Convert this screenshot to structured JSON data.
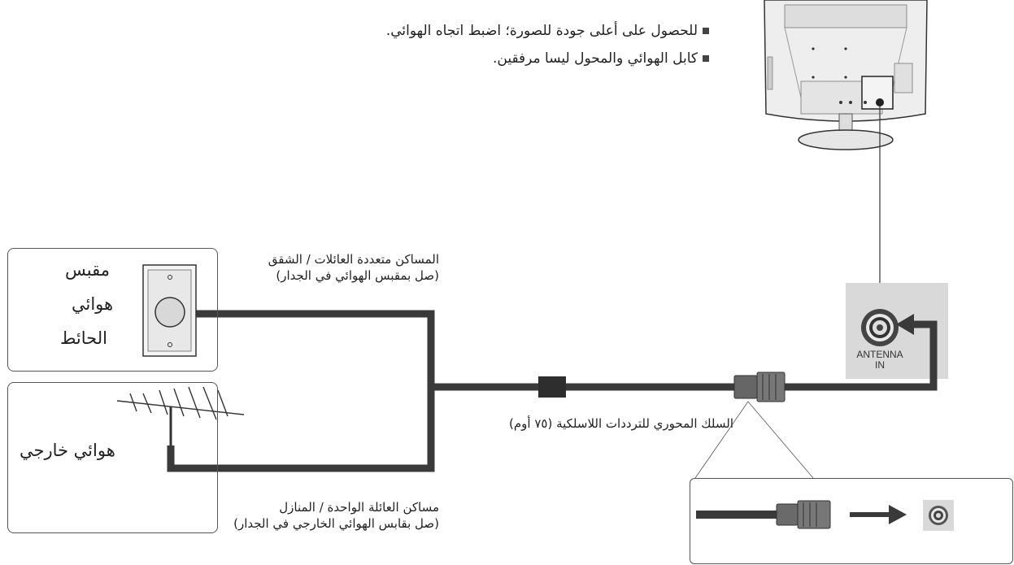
{
  "notes": [
    "للحصول على أعلى جودة للصورة؛ اضبط اتجاه الهوائي.",
    "كابل الهوائي والمحول ليسا مرفقين."
  ],
  "wall_socket": {
    "line1": "مقبس",
    "line2": "هوائي",
    "line3": "الحائط"
  },
  "outdoor_antenna": {
    "label": "هوائي خارجي"
  },
  "apartments_caption": {
    "line1": "المساكن متعددة العائلات / الشقق",
    "line2": "(صل بمقبس الهوائي في الجدار)"
  },
  "houses_caption": {
    "line1": "مساكن العائلة الواحدة / المنازل",
    "line2": "(صل بقابس الهوائي الخارجي في الجدار)"
  },
  "cable_caption": "السلك المحوري للترددات اللاسلكية (٧٥ أوم)",
  "antenna_port": {
    "line1": "ANTENNA",
    "line2": "IN"
  },
  "colors": {
    "cable": "#3a3a3a",
    "panel_gray": "#d9d9d9",
    "tv_body": "#ececec"
  }
}
